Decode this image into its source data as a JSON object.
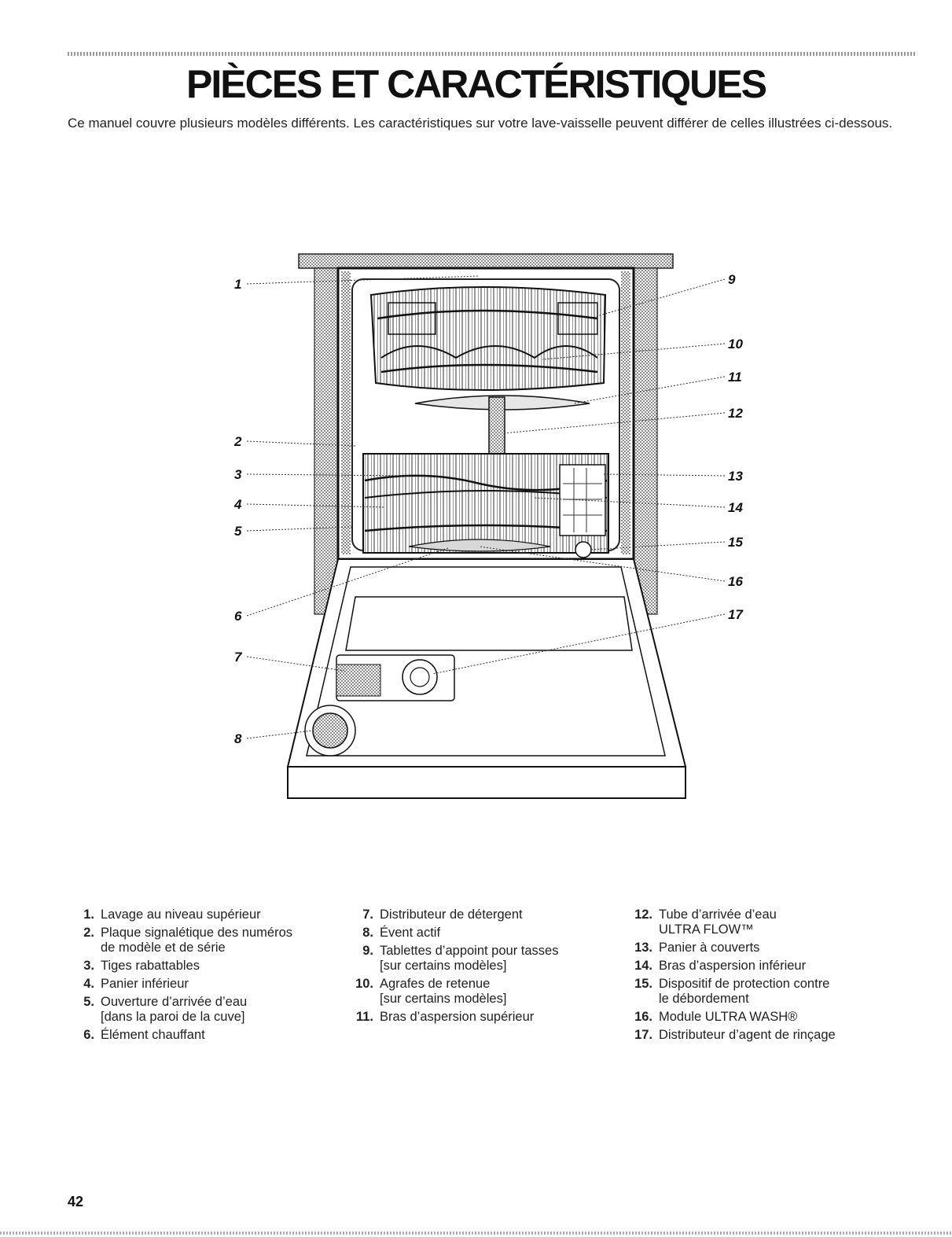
{
  "title": "PIÈCES ET CARACTÉRISTIQUES",
  "intro": "Ce manuel couvre plusieurs modèles différents. Les caractéristiques sur votre lave-vaisselle peuvent différer de celles illustrées ci-dessous.",
  "callouts": [
    "1",
    "2",
    "3",
    "4",
    "5",
    "6",
    "7",
    "8",
    "9",
    "10",
    "11",
    "12",
    "13",
    "14",
    "15",
    "16",
    "17"
  ],
  "legend": {
    "col1": [
      {
        "num": "1.",
        "text": "Lavage au niveau supérieur"
      },
      {
        "num": "2.",
        "text": "Plaque signalétique des numéros\nde modèle et de série"
      },
      {
        "num": "3.",
        "text": "Tiges rabattables"
      },
      {
        "num": "4.",
        "text": "Panier inférieur"
      },
      {
        "num": "5.",
        "text": "Ouverture d’arrivée d’eau\n[dans la paroi de la cuve]"
      },
      {
        "num": "6.",
        "text": "Élément chauffant"
      }
    ],
    "col2": [
      {
        "num": "7.",
        "text": "Distributeur de détergent"
      },
      {
        "num": "8.",
        "text": "Évent actif"
      },
      {
        "num": "9.",
        "text": "Tablettes d’appoint pour tasses\n[sur certains modèles]"
      },
      {
        "num": "10.",
        "text": "Agrafes de retenue\n[sur certains modèles]"
      },
      {
        "num": "11.",
        "text": "Bras d’aspersion supérieur"
      }
    ],
    "col3": [
      {
        "num": "12.",
        "text": "Tube d’arrivée d’eau\nULTRA FLOW™"
      },
      {
        "num": "13.",
        "text": "Panier à couverts"
      },
      {
        "num": "14.",
        "text": "Bras d’aspersion inférieur"
      },
      {
        "num": "15.",
        "text": "Dispositif de protection contre\nle débordement"
      },
      {
        "num": "16.",
        "text": "Module ULTRA WASH®"
      },
      {
        "num": "17.",
        "text": "Distributeur d’agent de rinçage"
      }
    ]
  },
  "page_number": "42"
}
